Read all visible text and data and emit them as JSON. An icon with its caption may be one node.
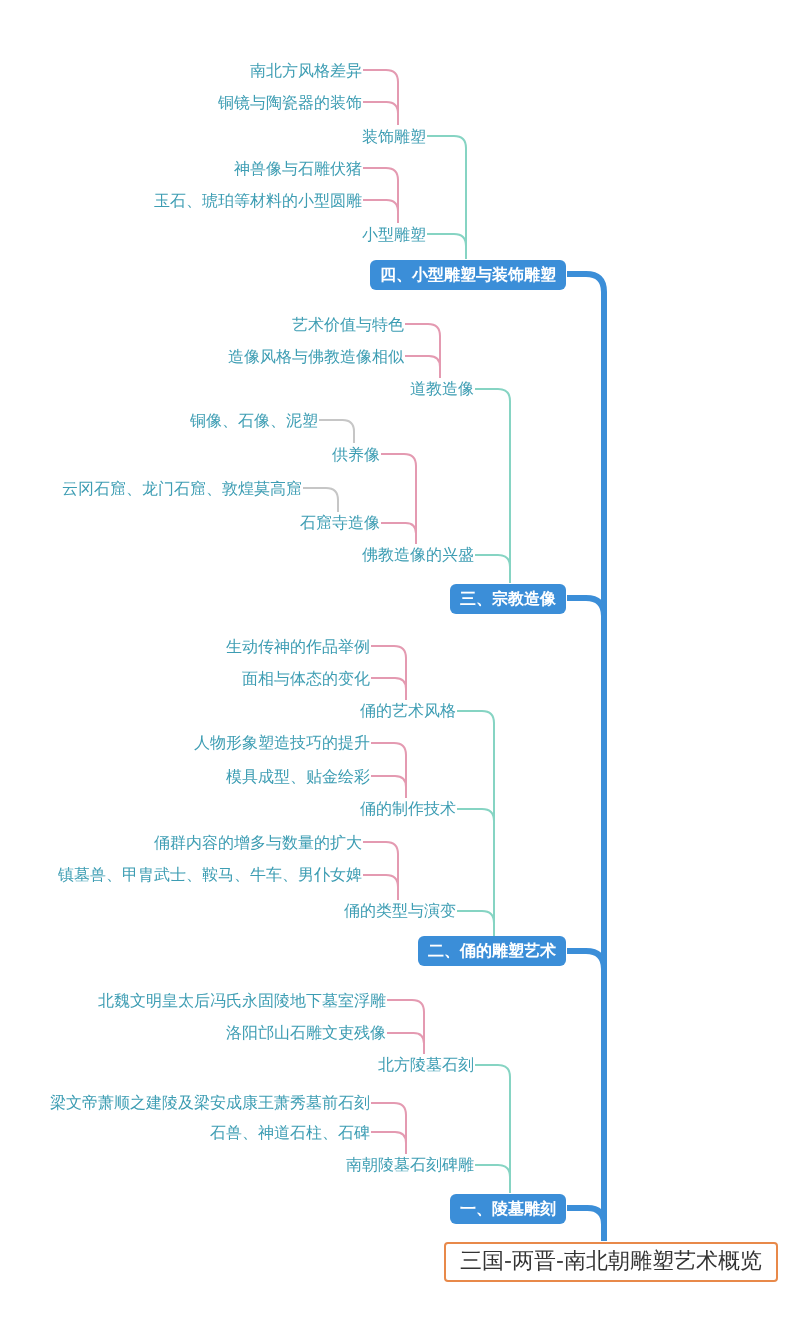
{
  "diagram": {
    "nodes": [
      {
        "text": [
          "南北方风格差异"
        ]
      },
      {
        "text": [
          "铜镜与陶瓷器的装饰"
        ]
      },
      {
        "text": [
          "装饰雕塑"
        ]
      },
      {
        "text": [
          "神兽像与石雕伏猪"
        ]
      },
      {
        "text": [
          "玉石、琥珀等材料的小型圆雕"
        ]
      },
      {
        "text": [
          "小型雕塑"
        ]
      },
      {
        "text": [
          "四、小型雕塑与装饰雕塑"
        ]
      },
      {
        "text": [
          "艺术价值与特色"
        ]
      },
      {
        "text": [
          "造像风格与佛教造像相似"
        ]
      },
      {
        "text": [
          "道教造像"
        ]
      },
      {
        "text": [
          "铜像、石像、泥塑"
        ]
      },
      {
        "text": [
          "供养像"
        ]
      },
      {
        "text": [
          "云冈石窟、龙门石窟、敦煌莫高窟"
        ]
      },
      {
        "text": [
          "石窟寺造像"
        ]
      },
      {
        "text": [
          "佛教造像的兴盛"
        ]
      },
      {
        "text": [
          "三、宗教造像"
        ]
      },
      {
        "text": [
          "生动传神的作品举例"
        ]
      },
      {
        "text": [
          "面相与体态的变化"
        ]
      },
      {
        "text": [
          "俑的艺术风格"
        ]
      },
      {
        "text": [
          "人物形象塑造技巧的提升"
        ]
      },
      {
        "text": [
          "模具成型、贴金绘彩"
        ]
      },
      {
        "text": [
          "俑的制作技术"
        ]
      },
      {
        "text": [
          "俑群内容的增多与数量的扩大"
        ]
      },
      {
        "text": [
          "镇墓兽、甲胄武士、鞍马、牛车、男仆女婢"
        ]
      },
      {
        "text": [
          "俑的类型与演变"
        ]
      },
      {
        "text": [
          "二、俑的雕塑艺术"
        ]
      },
      {
        "text": [
          "北魏文明皇太后冯氏永固陵地下墓室浮雕"
        ]
      },
      {
        "text": [
          "洛阳邙山石雕文吏残像"
        ]
      },
      {
        "text": [
          "北方陵墓石刻"
        ]
      },
      {
        "text": [
          "梁文帝萧顺之建陵及梁安成康王萧秀墓前石刻"
        ]
      },
      {
        "text": [
          "石兽、神道石柱、石碑"
        ]
      },
      {
        "text": [
          "南朝陵墓石刻碑雕"
        ]
      },
      {
        "text": [
          "一、陵墓雕刻"
        ]
      },
      {
        "text": [
          "三国-两晋-南北朝雕塑艺术概览"
        ]
      }
    ],
    "edges": [
      {
        "from": 33,
        "to": 6,
        "arrow": "none",
        "style": "thick",
        "color": "#3b8ed8"
      },
      {
        "from": 33,
        "to": 15,
        "arrow": "none",
        "style": "thick",
        "color": "#3b8ed8"
      },
      {
        "from": 33,
        "to": 25,
        "arrow": "none",
        "style": "thick",
        "color": "#3b8ed8"
      },
      {
        "from": 33,
        "to": 32,
        "arrow": "none",
        "style": "thick",
        "color": "#3b8ed8"
      },
      {
        "from": 6,
        "to": 2,
        "arrow": "none",
        "color": "#86d4c3"
      },
      {
        "from": 6,
        "to": 5,
        "arrow": "none",
        "color": "#86d4c3"
      },
      {
        "from": 2,
        "to": 0,
        "arrow": "none"
      },
      {
        "from": 2,
        "to": 1,
        "arrow": "none"
      },
      {
        "from": 5,
        "to": 3,
        "arrow": "none"
      },
      {
        "from": 5,
        "to": 4,
        "arrow": "none"
      },
      {
        "from": 15,
        "to": 9,
        "arrow": "none",
        "color": "#86d4c3"
      },
      {
        "from": 15,
        "to": 14,
        "arrow": "none",
        "color": "#86d4c3"
      },
      {
        "from": 9,
        "to": 7,
        "arrow": "none"
      },
      {
        "from": 9,
        "to": 8,
        "arrow": "none"
      },
      {
        "from": 14,
        "to": 11,
        "arrow": "none"
      },
      {
        "from": 14,
        "to": 13,
        "arrow": "none"
      },
      {
        "from": 11,
        "to": 10,
        "arrow": "none",
        "color": "#c6c6c6"
      },
      {
        "from": 13,
        "to": 12,
        "arrow": "none",
        "color": "#c6c6c6"
      },
      {
        "from": 25,
        "to": 18,
        "arrow": "none",
        "color": "#86d4c3"
      },
      {
        "from": 25,
        "to": 21,
        "arrow": "none",
        "color": "#86d4c3"
      },
      {
        "from": 25,
        "to": 24,
        "arrow": "none",
        "color": "#86d4c3"
      },
      {
        "from": 18,
        "to": 16,
        "arrow": "none"
      },
      {
        "from": 18,
        "to": 17,
        "arrow": "none"
      },
      {
        "from": 21,
        "to": 19,
        "arrow": "none"
      },
      {
        "from": 21,
        "to": 20,
        "arrow": "none"
      },
      {
        "from": 24,
        "to": 22,
        "arrow": "none"
      },
      {
        "from": 24,
        "to": 23,
        "arrow": "none"
      },
      {
        "from": 32,
        "to": 28,
        "arrow": "none",
        "color": "#86d4c3"
      },
      {
        "from": 32,
        "to": 31,
        "arrow": "none",
        "color": "#86d4c3"
      },
      {
        "from": 28,
        "to": 26,
        "arrow": "none"
      },
      {
        "from": 28,
        "to": 27,
        "arrow": "none"
      },
      {
        "from": 31,
        "to": 29,
        "arrow": "none"
      },
      {
        "from": 31,
        "to": 30,
        "arrow": "none"
      }
    ]
  }
}
